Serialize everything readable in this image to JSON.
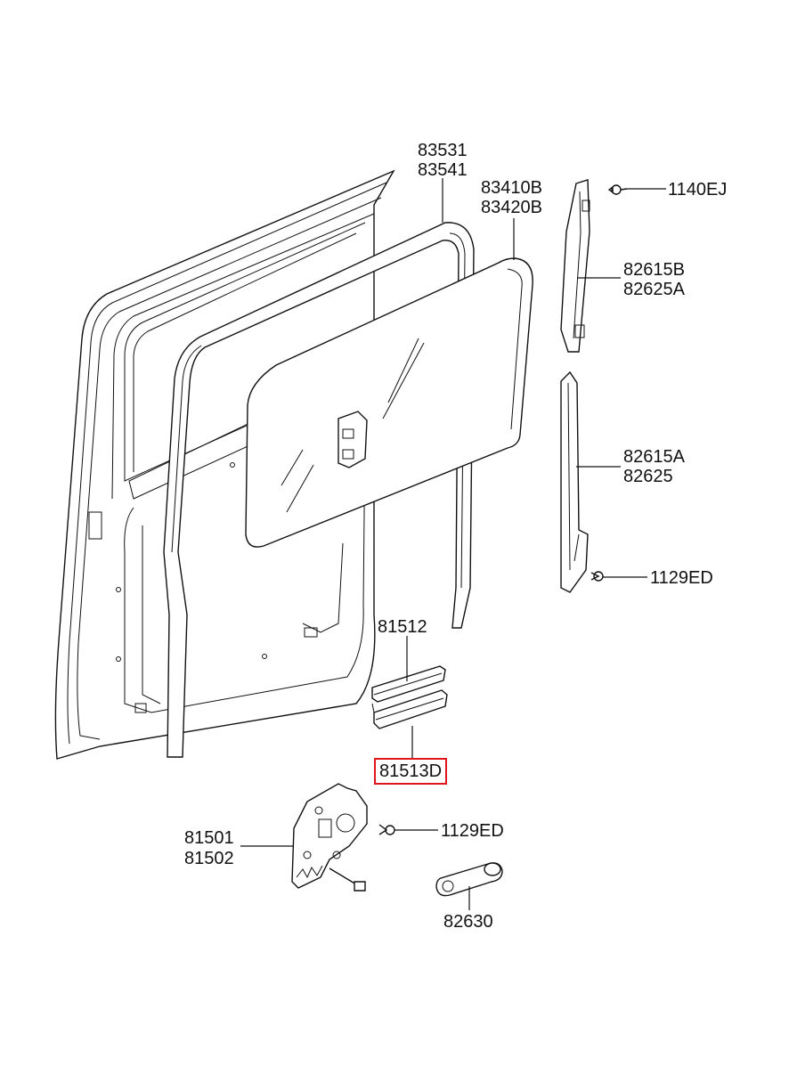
{
  "colors": {
    "line": "#111111",
    "highlight": "#e0161b",
    "background": "#ffffff"
  },
  "labels": {
    "p83531": "83531",
    "p83541": "83541",
    "p83410B": "83410B",
    "p83420B": "83420B",
    "p1140EJ": "1140EJ",
    "p82615B": "82615B",
    "p82625A": "82625A",
    "p82615A": "82615A",
    "p82625": "82625",
    "p1129ED_upper": "1129ED",
    "p81512": "81512",
    "p81513D": "81513D",
    "p81501": "81501",
    "p81502": "81502",
    "p1129ED_lower": "1129ED",
    "p82630": "82630"
  }
}
